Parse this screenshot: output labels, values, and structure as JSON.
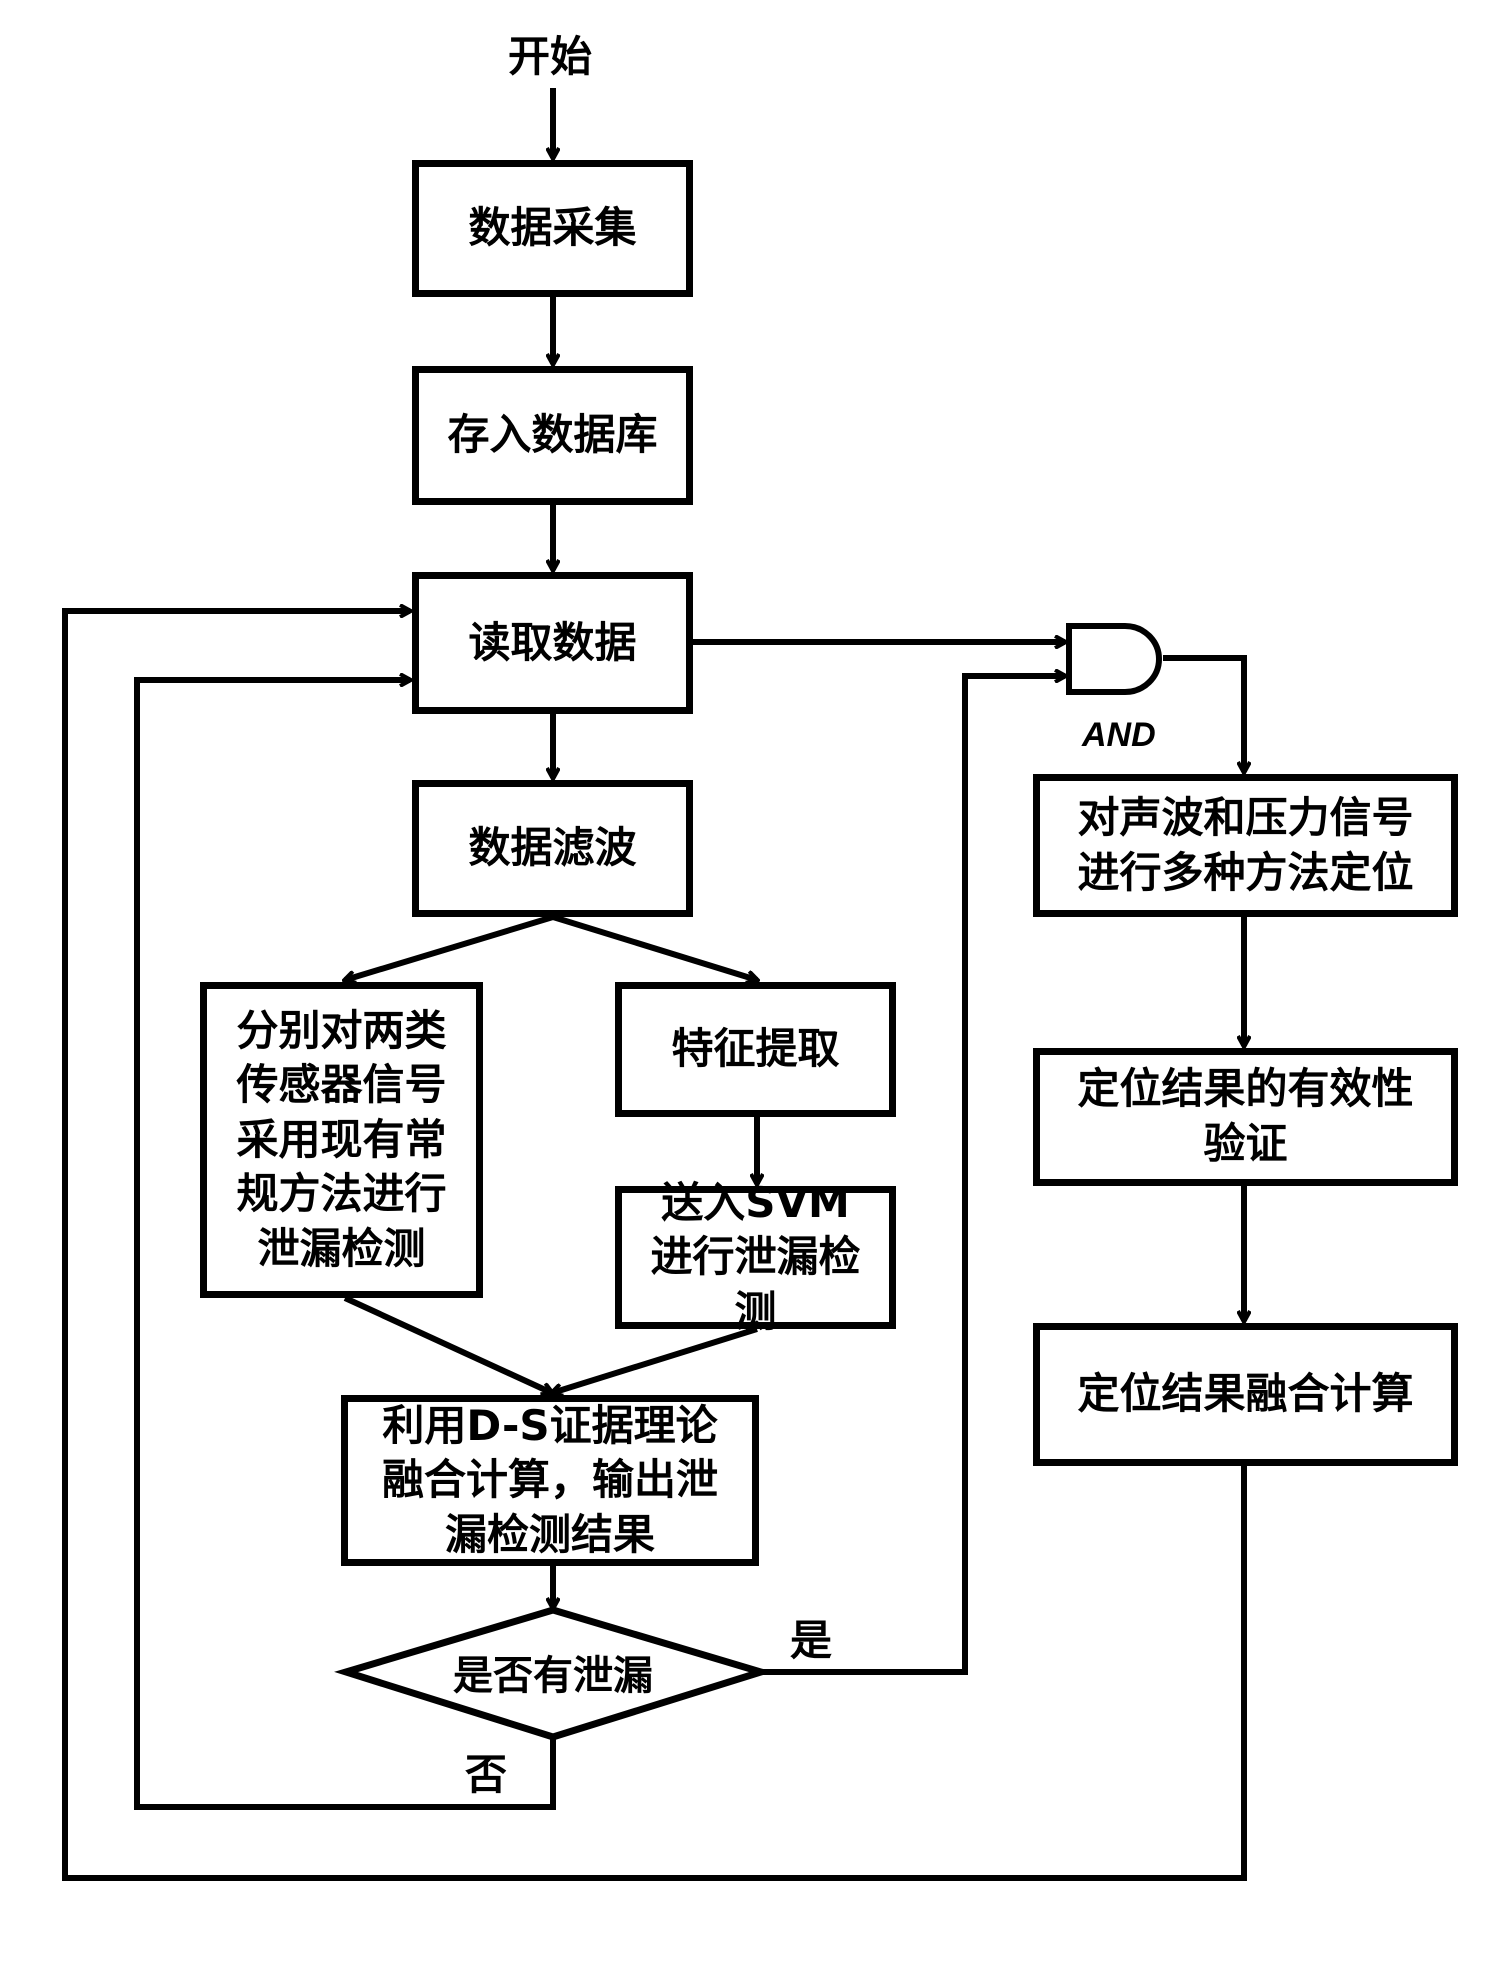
{
  "start": "开始",
  "nodes": {
    "collect": "数据采集",
    "store": "存入数据库",
    "read": "读取数据",
    "filter": "数据滤波",
    "conventional": "分别对两类传感器信号采用现有常规方法进行泄漏检测",
    "feature": "特征提取",
    "svm": "送入SVM进行泄漏检测",
    "ds_fusion": "利用D-S证据理论融合计算，输出泄漏检测结果",
    "decision": "是否有泄漏",
    "locate": "对声波和压力信号进行多种方法定位",
    "validate": "定位结果的有效性验证",
    "loc_fusion": "定位结果融合计算"
  },
  "labels": {
    "yes": "是",
    "no": "否",
    "and_gate": "AND"
  },
  "colors": {
    "line": "#000000",
    "background": "#ffffff"
  }
}
